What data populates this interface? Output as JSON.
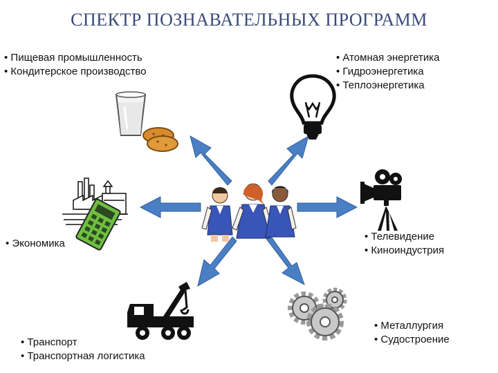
{
  "title": "СПЕКТР ПОЗНАВАТЕЛЬНЫХ ПРОГРАММ",
  "groups": {
    "food": [
      "Пищевая промышленность",
      "Кондитерское производство"
    ],
    "energy": [
      "Атомная энергетика",
      "Гидроэнергетика",
      "Теплоэнергетика"
    ],
    "economy": [
      "Экономика"
    ],
    "media": [
      "Телевидение",
      "Киноиндустрия"
    ],
    "transport": [
      "Транспорт",
      "Транспортная логистика"
    ],
    "metal": [
      "Металлургия",
      "Судостроение"
    ]
  },
  "colors": {
    "arrow": "#4a7fc4",
    "title": "#3a4a7a",
    "uniform": "#3a55b8",
    "calculator": "#6fbf3f"
  },
  "icons": [
    "milk-glass-icon",
    "cookie-icon",
    "light-bulb-icon",
    "factory-icon",
    "calculator-icon",
    "movie-camera-icon",
    "tow-truck-icon",
    "gears-icon",
    "students-icon"
  ]
}
